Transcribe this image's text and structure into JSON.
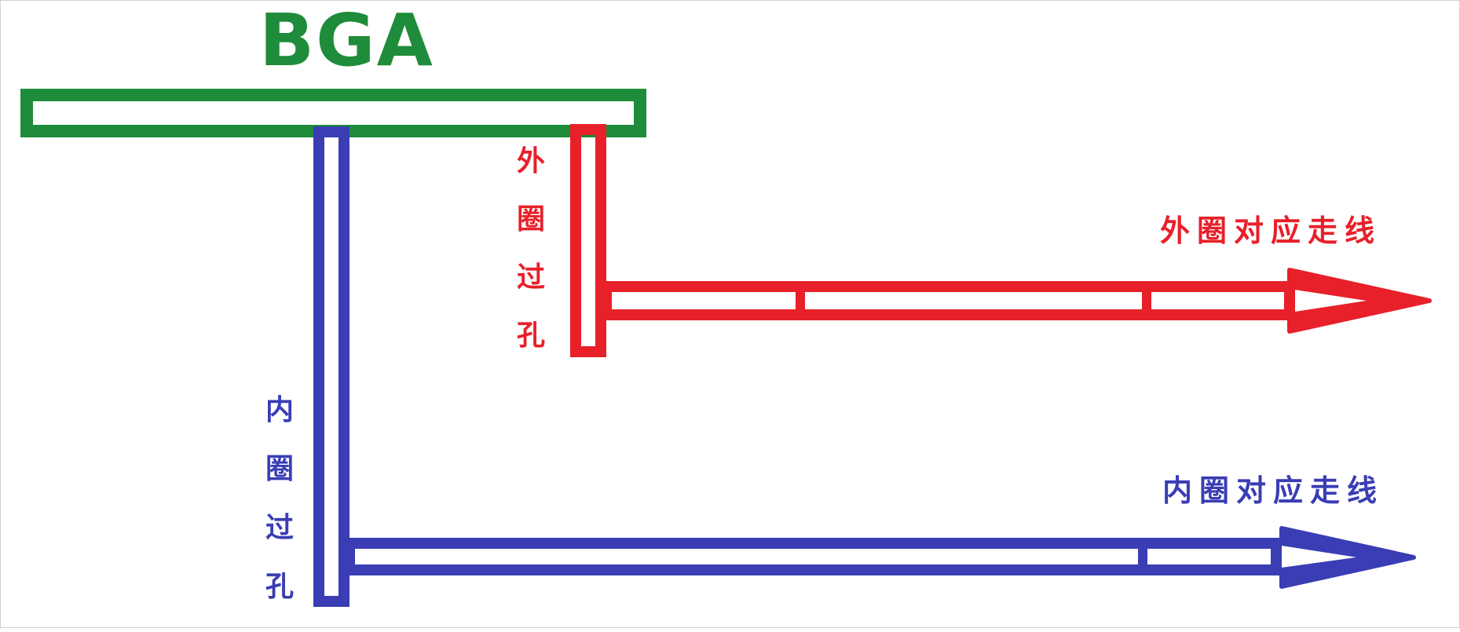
{
  "colors": {
    "bga": "#1e8c3a",
    "outer": "#e8202a",
    "inner": "#3a3db4",
    "background": "#ffffff"
  },
  "bga_label": "BGA",
  "outer_via_label": [
    "外",
    "圈",
    "过",
    "孔"
  ],
  "inner_via_label": [
    "内",
    "圈",
    "过",
    "孔"
  ],
  "outer_trace_label": "外圈对应走线",
  "inner_trace_label": "内圈对应走线"
}
